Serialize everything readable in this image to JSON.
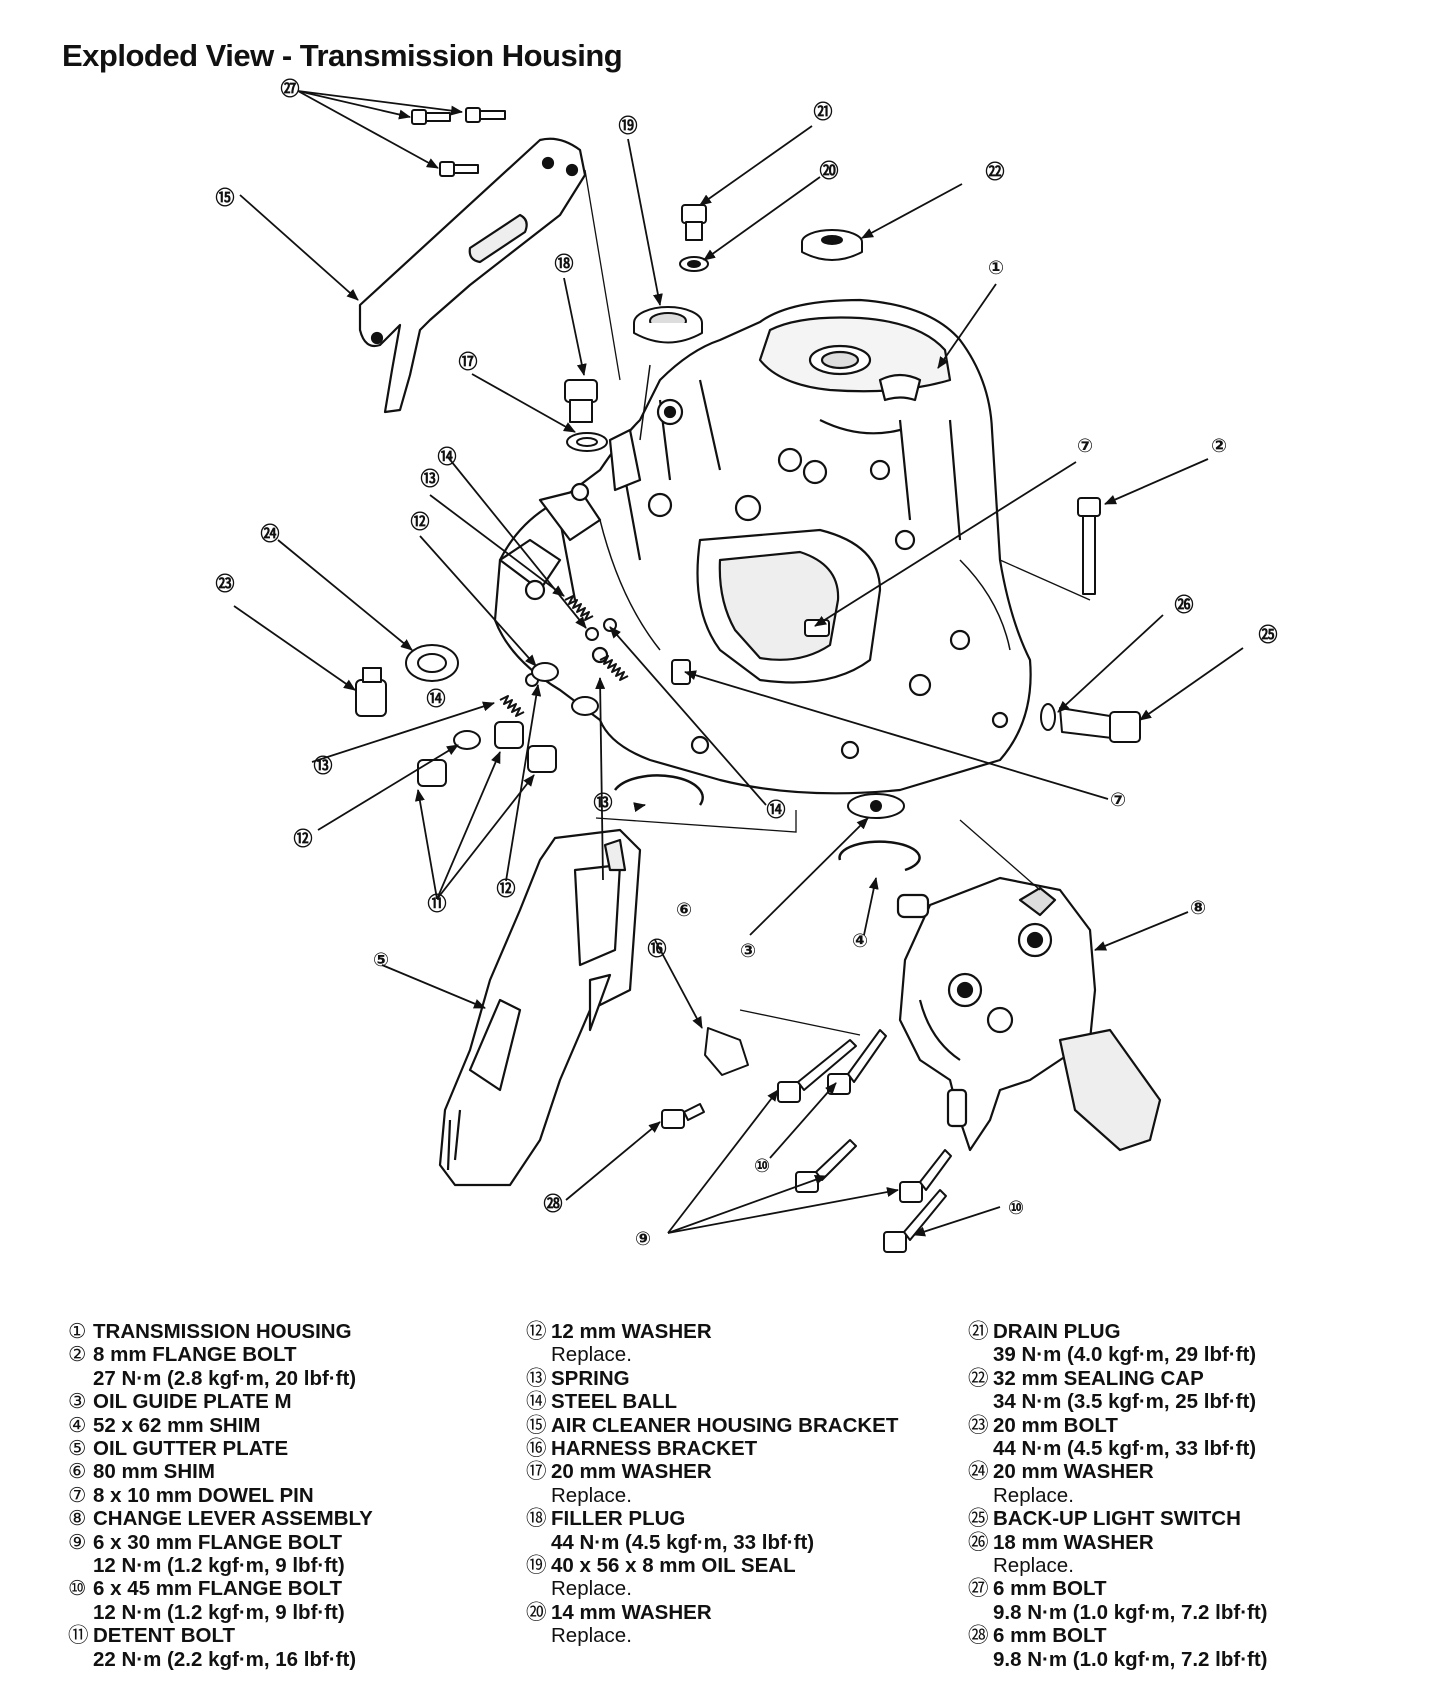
{
  "title": "Exploded View - Transmission Housing",
  "callouts": [
    {
      "n": "①"
    },
    {
      "n": "②"
    },
    {
      "n": "⑦"
    },
    {
      "n": "⑦"
    },
    {
      "n": "⑧"
    },
    {
      "n": "⑨"
    },
    {
      "n": "⑩"
    },
    {
      "n": "⑩"
    },
    {
      "n": "⑪"
    },
    {
      "n": "⑫"
    },
    {
      "n": "⑫"
    },
    {
      "n": "⑫"
    },
    {
      "n": "⑬"
    },
    {
      "n": "⑬"
    },
    {
      "n": "⑬"
    },
    {
      "n": "⑭"
    },
    {
      "n": "⑭"
    },
    {
      "n": "⑭"
    },
    {
      "n": "⑮"
    },
    {
      "n": "⑯"
    },
    {
      "n": "⑰"
    },
    {
      "n": "⑱"
    },
    {
      "n": "⑲"
    },
    {
      "n": "⑳"
    },
    {
      "n": "㉑"
    },
    {
      "n": "㉒"
    },
    {
      "n": "㉓"
    },
    {
      "n": "㉔"
    },
    {
      "n": "㉕"
    },
    {
      "n": "㉖"
    },
    {
      "n": "㉗"
    },
    {
      "n": "㉘"
    },
    {
      "n": "③"
    },
    {
      "n": "④"
    },
    {
      "n": "⑤"
    },
    {
      "n": "⑥"
    }
  ],
  "legend": {
    "col1": [
      {
        "n": "①",
        "label": "TRANSMISSION HOUSING"
      },
      {
        "n": "②",
        "label": "8 mm FLANGE BOLT",
        "sub": "27 N·m (2.8 kgf·m, 20 lbf·ft)"
      },
      {
        "n": "③",
        "label": "OIL GUIDE PLATE M"
      },
      {
        "n": "④",
        "label": "52 x 62 mm SHIM"
      },
      {
        "n": "⑤",
        "label": "OIL GUTTER PLATE"
      },
      {
        "n": "⑥",
        "label": "80 mm SHIM"
      },
      {
        "n": "⑦",
        "label": "8 x 10 mm DOWEL PIN"
      },
      {
        "n": "⑧",
        "label": "CHANGE LEVER ASSEMBLY"
      },
      {
        "n": "⑨",
        "label": "6 x 30 mm FLANGE BOLT",
        "sub": "12 N·m (1.2 kgf·m, 9 lbf·ft)"
      },
      {
        "n": "⑩",
        "label": "6 x 45 mm FLANGE BOLT",
        "sub": "12 N·m (1.2 kgf·m, 9 lbf·ft)"
      },
      {
        "n": "⑪",
        "label": "DETENT BOLT",
        "sub": "22 N·m (2.2 kgf·m, 16 lbf·ft)"
      }
    ],
    "col2": [
      {
        "n": "⑫",
        "label": "12 mm WASHER",
        "note": "Replace."
      },
      {
        "n": "⑬",
        "label": "SPRING"
      },
      {
        "n": "⑭",
        "label": "STEEL BALL"
      },
      {
        "n": "⑮",
        "label": "AIR CLEANER HOUSING BRACKET"
      },
      {
        "n": "⑯",
        "label": "HARNESS BRACKET"
      },
      {
        "n": "⑰",
        "label": "20 mm WASHER",
        "note": "Replace."
      },
      {
        "n": "⑱",
        "label": "FILLER PLUG",
        "sub": "44 N·m (4.5 kgf·m, 33 lbf·ft)"
      },
      {
        "n": "⑲",
        "label": "40 x 56 x 8 mm OIL SEAL",
        "note": "Replace."
      },
      {
        "n": "⑳",
        "label": "14 mm WASHER",
        "note": "Replace."
      }
    ],
    "col3": [
      {
        "n": "㉑",
        "label": "DRAIN PLUG",
        "sub": "39 N·m (4.0 kgf·m, 29 lbf·ft)"
      },
      {
        "n": "㉒",
        "label": "32 mm SEALING CAP",
        "sub": "34 N·m (3.5 kgf·m, 25 lbf·ft)"
      },
      {
        "n": "㉓",
        "label": "20 mm BOLT",
        "sub": "44 N·m (4.5 kgf·m, 33 lbf·ft)"
      },
      {
        "n": "㉔",
        "label": "20 mm WASHER",
        "note": "Replace."
      },
      {
        "n": "㉕",
        "label": "BACK-UP LIGHT SWITCH"
      },
      {
        "n": "㉖",
        "label": "18 mm WASHER",
        "note": "Replace."
      },
      {
        "n": "㉗",
        "label": "6 mm BOLT",
        "sub": "9.8 N·m (1.0 kgf·m, 7.2 lbf·ft)"
      },
      {
        "n": "㉘",
        "label": "6 mm BOLT",
        "sub": "9.8 N·m (1.0 kgf·m, 7.2 lbf·ft)"
      }
    ]
  }
}
